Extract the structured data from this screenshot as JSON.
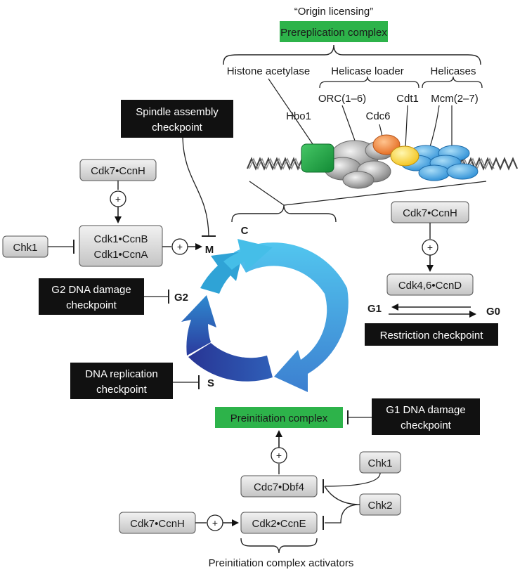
{
  "top": {
    "origin_licensing": "“Origin licensing”",
    "prereplication_complex": "Prereplication complex",
    "histone_acetylase": "Histone acetylase",
    "helicase_loader": "Helicase loader",
    "helicases": "Helicases",
    "hbo1": "Hbo1",
    "orc": "ORC(1–6)",
    "cdc6": "Cdc6",
    "cdt1": "Cdt1",
    "mcm": "Mcm(2–7)"
  },
  "checkpoints": {
    "spindle_line1": "Spindle assembly",
    "spindle_line2": "checkpoint",
    "g2_line1": "G2 DNA damage",
    "g2_line2": "checkpoint",
    "replication_line1": "DNA replication",
    "replication_line2": "checkpoint",
    "restriction": "Restriction checkpoint",
    "g1_line1": "G1 DNA damage",
    "g1_line2": "checkpoint"
  },
  "kinases": {
    "cdk7_ccnh": "Cdk7•CcnH",
    "cdk1_ccnb": "Cdk1•CcnB",
    "cdk1_ccna": "Cdk1•CcnA",
    "chk1": "Chk1",
    "chk2": "Chk2",
    "cdk46_ccnd": "Cdk4,6•CcnD",
    "cdc7_dbf4": "Cdc7•Dbf4",
    "cdk2_ccne": "Cdk2•CcnE"
  },
  "phases": {
    "c": "C",
    "m": "M",
    "g2": "G2",
    "s": "S",
    "g1": "G1",
    "g0": "G0"
  },
  "symbols": {
    "plus": "+"
  },
  "bottom": {
    "preinitiation_complex": "Preinitiation complex",
    "activators": "Preinitiation complex activators"
  },
  "colors": {
    "green_box": "#2db34a",
    "black_box": "#111111",
    "grey_box": "#d9d9d9",
    "cycle_light": "#48b8e8",
    "cycle_dark": "#2a2f8c",
    "hbo1": "#1fa645",
    "cdc6": "#f08a3c",
    "cdt1": "#ffe14d",
    "mcm": "#4aaee6"
  }
}
